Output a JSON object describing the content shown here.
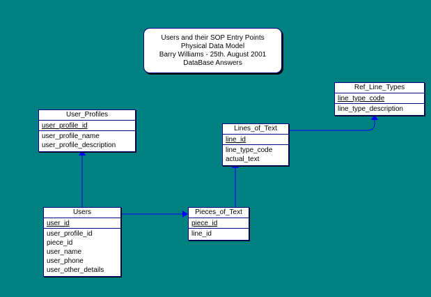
{
  "title_box": {
    "lines": [
      "Users and their SOP Entry Points",
      "Physical Data Model",
      "Barry Williams - 25th. August 2001",
      "DataBase Answers"
    ]
  },
  "entities": {
    "user_profiles": {
      "name": "User_Profiles",
      "attributes": [
        {
          "text": "user_profile_id",
          "pk": true
        },
        {
          "text": "user_profile_name",
          "pk": false
        },
        {
          "text": "user_profile_description",
          "pk": false
        }
      ]
    },
    "users": {
      "name": "Users",
      "attributes": [
        {
          "text": "user_id",
          "pk": true
        },
        {
          "text": "user_profile_id",
          "pk": false
        },
        {
          "text": "piece_id",
          "pk": false
        },
        {
          "text": "user_name",
          "pk": false
        },
        {
          "text": "user_phone",
          "pk": false
        },
        {
          "text": "user_other_details",
          "pk": false
        }
      ]
    },
    "pieces_of_text": {
      "name": "Pieces_of_Text",
      "attributes": [
        {
          "text": "piece_id",
          "pk": true
        },
        {
          "text": "line_id",
          "pk": false
        }
      ]
    },
    "lines_of_text": {
      "name": "Lines_of_Text",
      "attributes": [
        {
          "text": "line_id",
          "pk": true
        },
        {
          "text": "line_type_code",
          "pk": false
        },
        {
          "text": "actual_text",
          "pk": false
        }
      ]
    },
    "ref_line_types": {
      "name": "Ref_Line_Types",
      "attributes": [
        {
          "text": "line_type_code",
          "pk": true
        },
        {
          "text": "line_type_description",
          "pk": false
        }
      ]
    }
  },
  "colors": {
    "background": "#008080",
    "border": "#000080",
    "connector": "#0000ff"
  }
}
